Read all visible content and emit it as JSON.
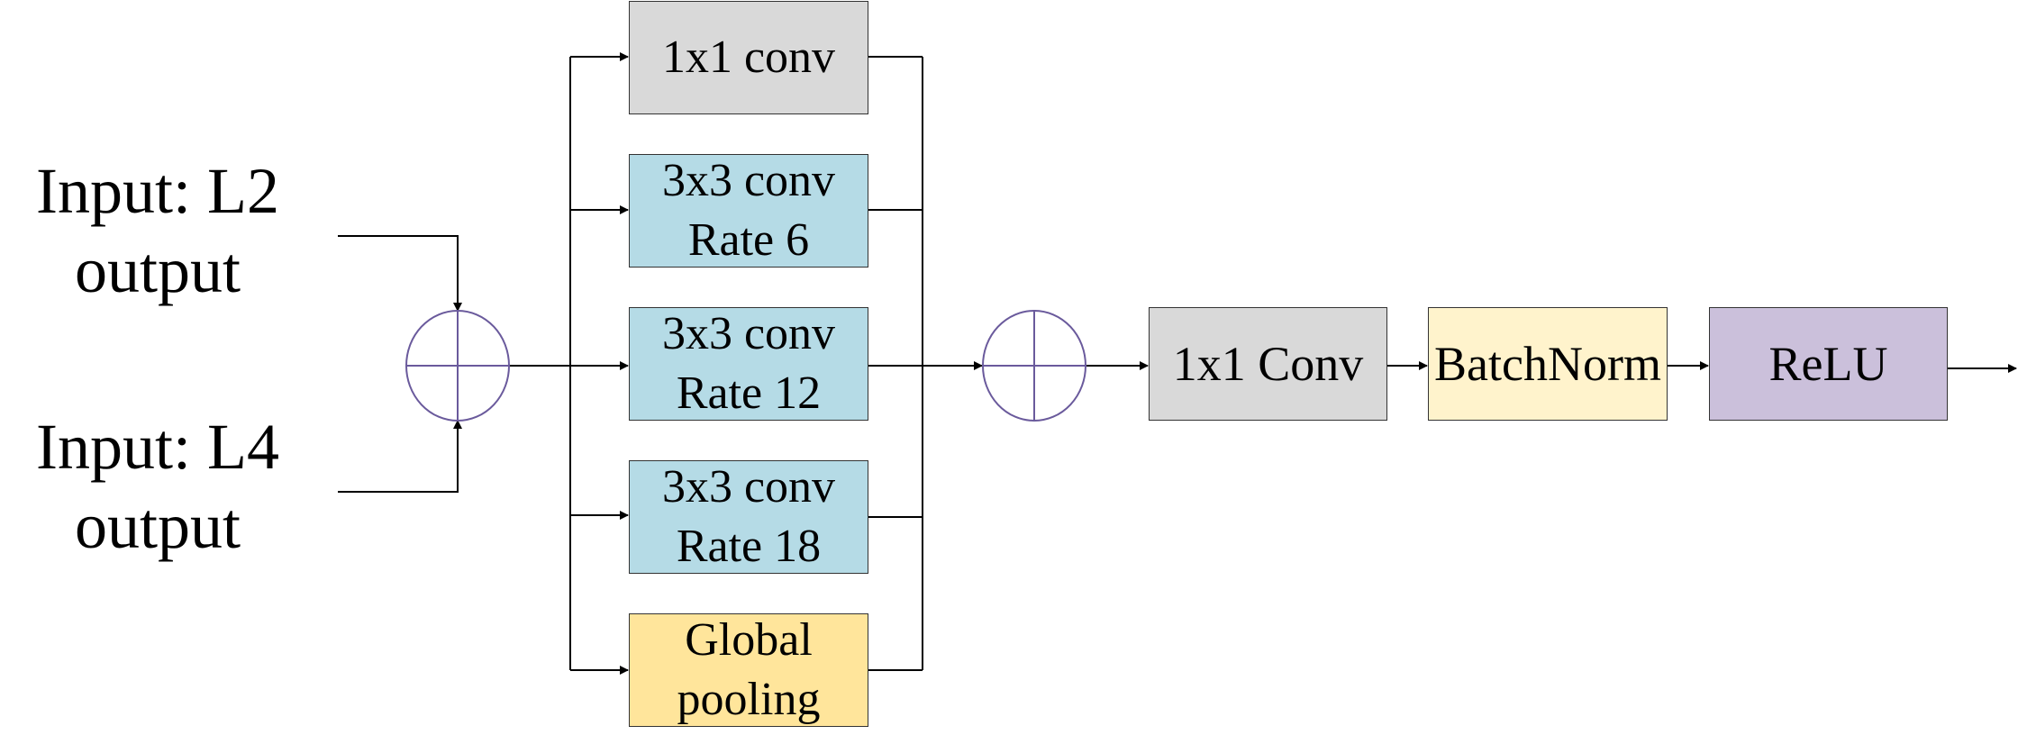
{
  "inputs": [
    {
      "line1": "Input: L2",
      "line2": "output"
    },
    {
      "line1": "Input: L4",
      "line2": "output"
    }
  ],
  "branches": [
    {
      "line1": "1x1 conv",
      "line2": ""
    },
    {
      "line1": "3x3 conv",
      "line2": "Rate 6"
    },
    {
      "line1": "3x3 conv",
      "line2": "Rate 12"
    },
    {
      "line1": "3x3 conv",
      "line2": "Rate 18"
    },
    {
      "line1": "Global",
      "line2": "pooling"
    }
  ],
  "output_chain": [
    {
      "label": "1x1 Conv"
    },
    {
      "label": "BatchNorm"
    },
    {
      "label": "ReLU"
    }
  ],
  "colors": {
    "gray": "#d9d9d9",
    "blue": "#b5dbe6",
    "gold": "#ffe59b",
    "cream": "#fff3cc",
    "purple": "#cbc0db",
    "circle": "#6a5a9c",
    "line": "#000000"
  },
  "icons": {
    "sum_node": "circled-plus-icon",
    "arrow": "arrowhead-icon"
  }
}
